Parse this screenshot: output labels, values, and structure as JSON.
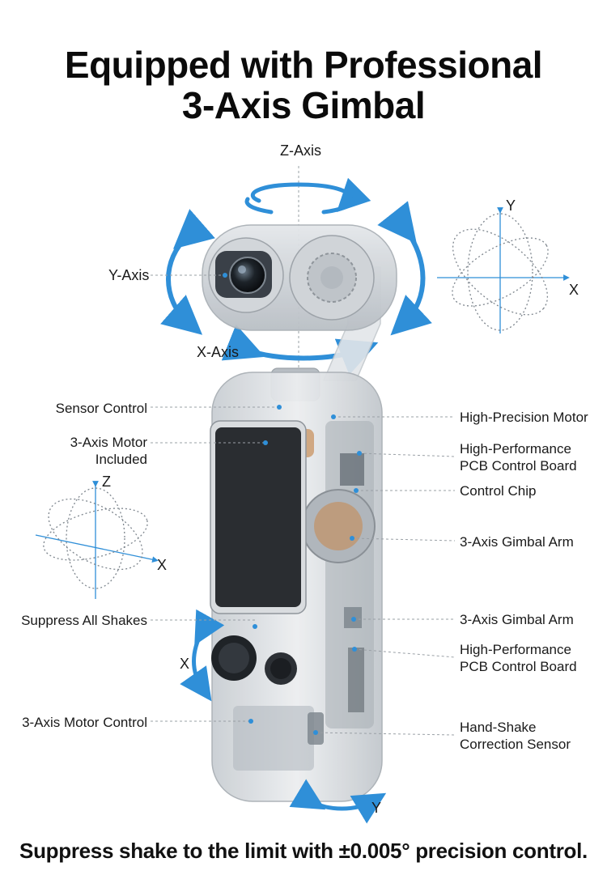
{
  "title": {
    "line1": "Equipped with Professional",
    "line2": "3-Axis Gimbal"
  },
  "axes": {
    "z_top": "Z-Axis",
    "y_left": "Y-Axis",
    "x_mid": "X-Axis",
    "diagram_right_y": "Y",
    "diagram_right_x": "X",
    "diagram_left_z": "Z",
    "diagram_left_x": "X",
    "handle_x": "X",
    "bottom_y": "Y"
  },
  "callouts_left": [
    {
      "id": "sensor-control",
      "lines": [
        "Sensor Control"
      ]
    },
    {
      "id": "motor-included",
      "lines": [
        "3-Axis Motor",
        "Included"
      ]
    },
    {
      "id": "suppress-shakes",
      "lines": [
        "Suppress All Shakes"
      ]
    },
    {
      "id": "motor-control",
      "lines": [
        "3-Axis Motor Control"
      ]
    }
  ],
  "callouts_right": [
    {
      "id": "high-precision-motor",
      "lines": [
        "High-Precision Motor"
      ]
    },
    {
      "id": "pcb-board-1",
      "lines": [
        "High-Performance",
        "PCB Control Board"
      ]
    },
    {
      "id": "control-chip",
      "lines": [
        "Control Chip"
      ]
    },
    {
      "id": "gimbal-arm-1",
      "lines": [
        "3-Axis Gimbal Arm"
      ]
    },
    {
      "id": "gimbal-arm-2",
      "lines": [
        "3-Axis Gimbal Arm"
      ]
    },
    {
      "id": "pcb-board-2",
      "lines": [
        "High-Performance",
        "PCB Control Board"
      ]
    },
    {
      "id": "shake-sensor",
      "lines": [
        "Hand-Shake",
        "Correction Sensor"
      ]
    }
  ],
  "tagline": "Suppress shake to the limit with ±0.005° precision control.",
  "colors": {
    "accent_blue": "#2f8fd8",
    "device_body": "#d6dade",
    "screen": "#2a2d31",
    "leader_line": "#9aa0a6"
  }
}
